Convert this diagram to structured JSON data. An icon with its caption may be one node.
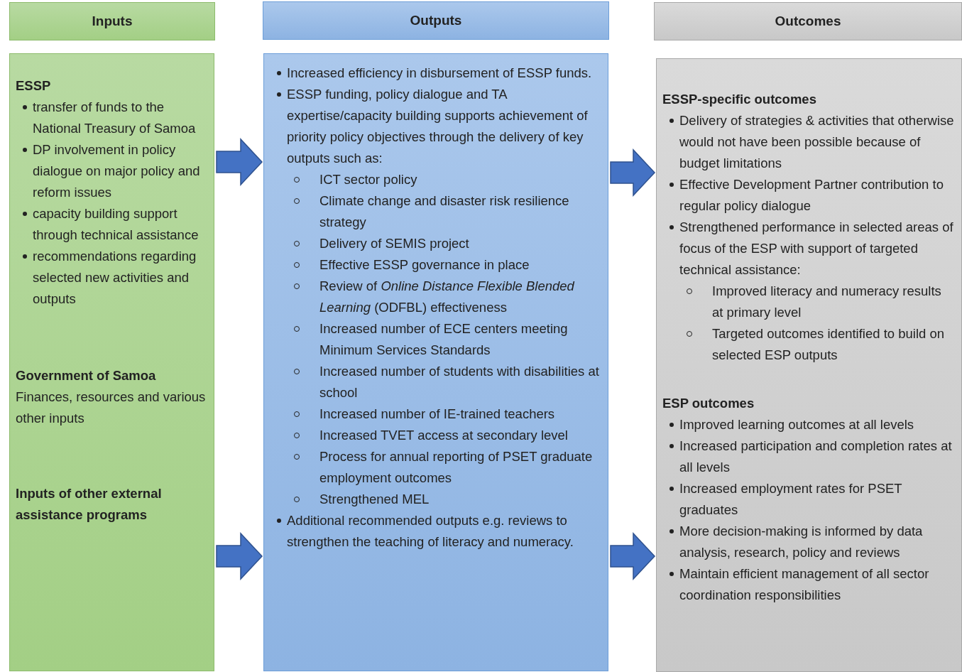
{
  "diagram": {
    "nodes": [
      {
        "text": [
          "Inputs"
        ]
      },
      {
        "text": [
          "Outputs"
        ]
      },
      {
        "text": [
          "Outcomes"
        ]
      },
      {
        "text": [
          "ESSP",
          "transfer of funds to the National Treasury of Samoa",
          "DP involvement in policy dialogue on major policy and reform issues",
          "capacity building support through technical assistance",
          "recommendations regarding selected new activities and outputs",
          "Government of Samoa",
          "Finances, resources and various other inputs",
          "Inputs of other external assistance programs"
        ]
      },
      {
        "text": [
          "Increased efficiency in disbursement of ESSP funds.",
          "ESSP funding, policy dialogue and TA expertise/capacity building supports achievement of priority policy objectives through the delivery of key outputs such as:",
          "ICT sector policy",
          "Climate change and disaster risk resilience strategy",
          "Delivery of SEMIS project",
          "Effective ESSP governance in place",
          "Review of *Online Distance Flexible Blended Learning* (ODFBL) effectiveness",
          "Increased number of ECE centers meeting Minimum Services Standards",
          "Increased number of students with disabilities at school",
          "Increased number of IE-trained teachers",
          "Increased TVET access at secondary level",
          "Process for annual reporting of PSET graduate employment outcomes",
          "Strengthened MEL",
          "Additional recommended outputs e.g. reviews to strengthen the teaching of literacy and numeracy."
        ]
      },
      {
        "text": [
          "ESSP-specific outcomes",
          "Delivery of strategies & activities that otherwise would not have been possible because of budget limitations",
          "Effective Development Partner contribution to regular policy dialogue",
          "Strengthened performance in selected areas of focus of the ESP with support of targeted technical assistance:",
          "Improved literacy and numeracy results at primary level",
          "Targeted outcomes identified to build on selected ESP outputs",
          "ESP outcomes",
          "Improved learning outcomes at all levels",
          "Increased participation and completion rates at all levels",
          "Increased employment rates for PSET graduates",
          "More decision-making is informed by data analysis, research, policy and reviews",
          "Maintain efficient management of all sector coordination responsibilities"
        ]
      }
    ],
    "edges": [
      {
        "from": 3,
        "to": 4,
        "arrow": "to"
      },
      {
        "from": 3,
        "to": 4,
        "arrow": "to"
      },
      {
        "from": 4,
        "to": 5,
        "arrow": "to"
      },
      {
        "from": 4,
        "to": 5,
        "arrow": "to"
      }
    ]
  }
}
